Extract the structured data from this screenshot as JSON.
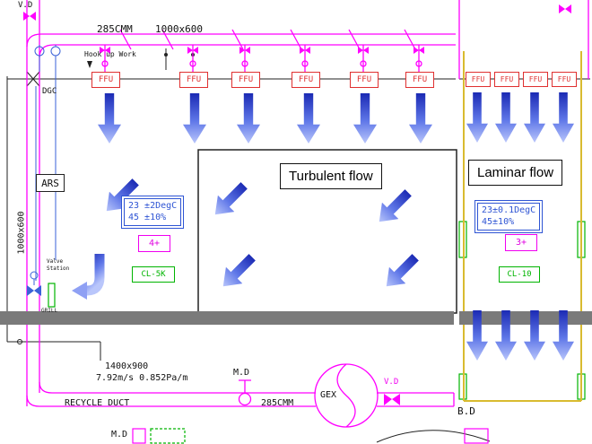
{
  "top": {
    "vd": "V.D",
    "flow_cmm": "285CMM",
    "duct_size": "1000x600",
    "hookup": "Hook up Work"
  },
  "ffu_label": "FFU",
  "zones": {
    "turbulent": {
      "title": "Turbulent flow",
      "temp": "23 ±2DegC",
      "humidity": "45 ±10%",
      "class_plus": "4+",
      "cleanliness": "CL-5K"
    },
    "laminar": {
      "title": "Laminar flow",
      "temp": "23±0.1DegC",
      "humidity": "45±10%",
      "class_plus": "3+",
      "cleanliness": "CL-10"
    }
  },
  "left_side": {
    "dgc": "DGC",
    "ars": "ARS",
    "riser_size": "1000x600",
    "valve_line1": "Valve",
    "valve_line2": "Station",
    "grill": "GRILL"
  },
  "bottom": {
    "duct_size": "1400x900",
    "velocity": "7.92m/s 0.852Pa/m",
    "md": "M.D",
    "gex": "GEX",
    "vd": "V.D",
    "recycle_duct": "RECYCLE DUCT",
    "cmm": "285CMM",
    "bd": "B.D",
    "md2": "M.D"
  },
  "colors": {
    "duct_magenta": "#ff00ff",
    "ffu_red": "#e03030",
    "spec_blue": "#2f55d4",
    "clean_green": "#00b400",
    "wall_yellow": "#d9bb30",
    "floor_gray": "#7a7a7a",
    "arrow_dark": "#1b2ab4",
    "arrow_light": "#b9c6fb"
  }
}
